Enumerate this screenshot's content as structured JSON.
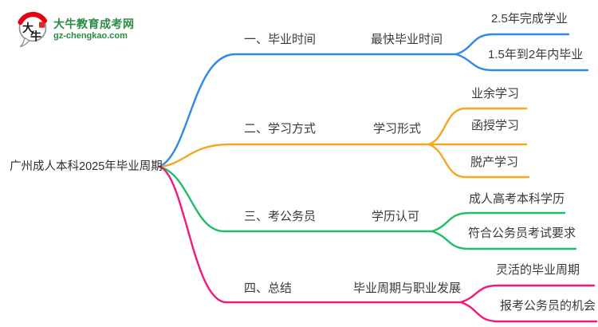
{
  "site": {
    "logo_icon": {
      "char_top": "大",
      "char_bottom": "牛",
      "accent_red": "#E60012"
    },
    "title": "大牛教育成考网",
    "domain": "gz-chengkao.com",
    "brand_green": "#278D41"
  },
  "mindmap": {
    "root": "广州成人本科2025年毕业周期",
    "branches": [
      {
        "label": "一、毕业时间",
        "sublabel": "最快毕业时间",
        "color": "#3088E8",
        "children": [
          "2.5年完成学业",
          "1.5年到2年内毕业"
        ]
      },
      {
        "label": "二、学习方式",
        "sublabel": "学习形式",
        "color": "#F7A622",
        "children": [
          "业余学习",
          "函授学习",
          "脱产学习"
        ]
      },
      {
        "label": "三、考公务员",
        "sublabel": "学历认可",
        "color": "#1FBE66",
        "children": [
          "成人高考本科学历",
          "符合公务员考试要求"
        ]
      },
      {
        "label": "四、总结",
        "sublabel": "毕业周期与职业发展",
        "color": "#F2187C",
        "children": [
          "灵活的毕业周期",
          "报考公务员的机会"
        ]
      }
    ]
  }
}
